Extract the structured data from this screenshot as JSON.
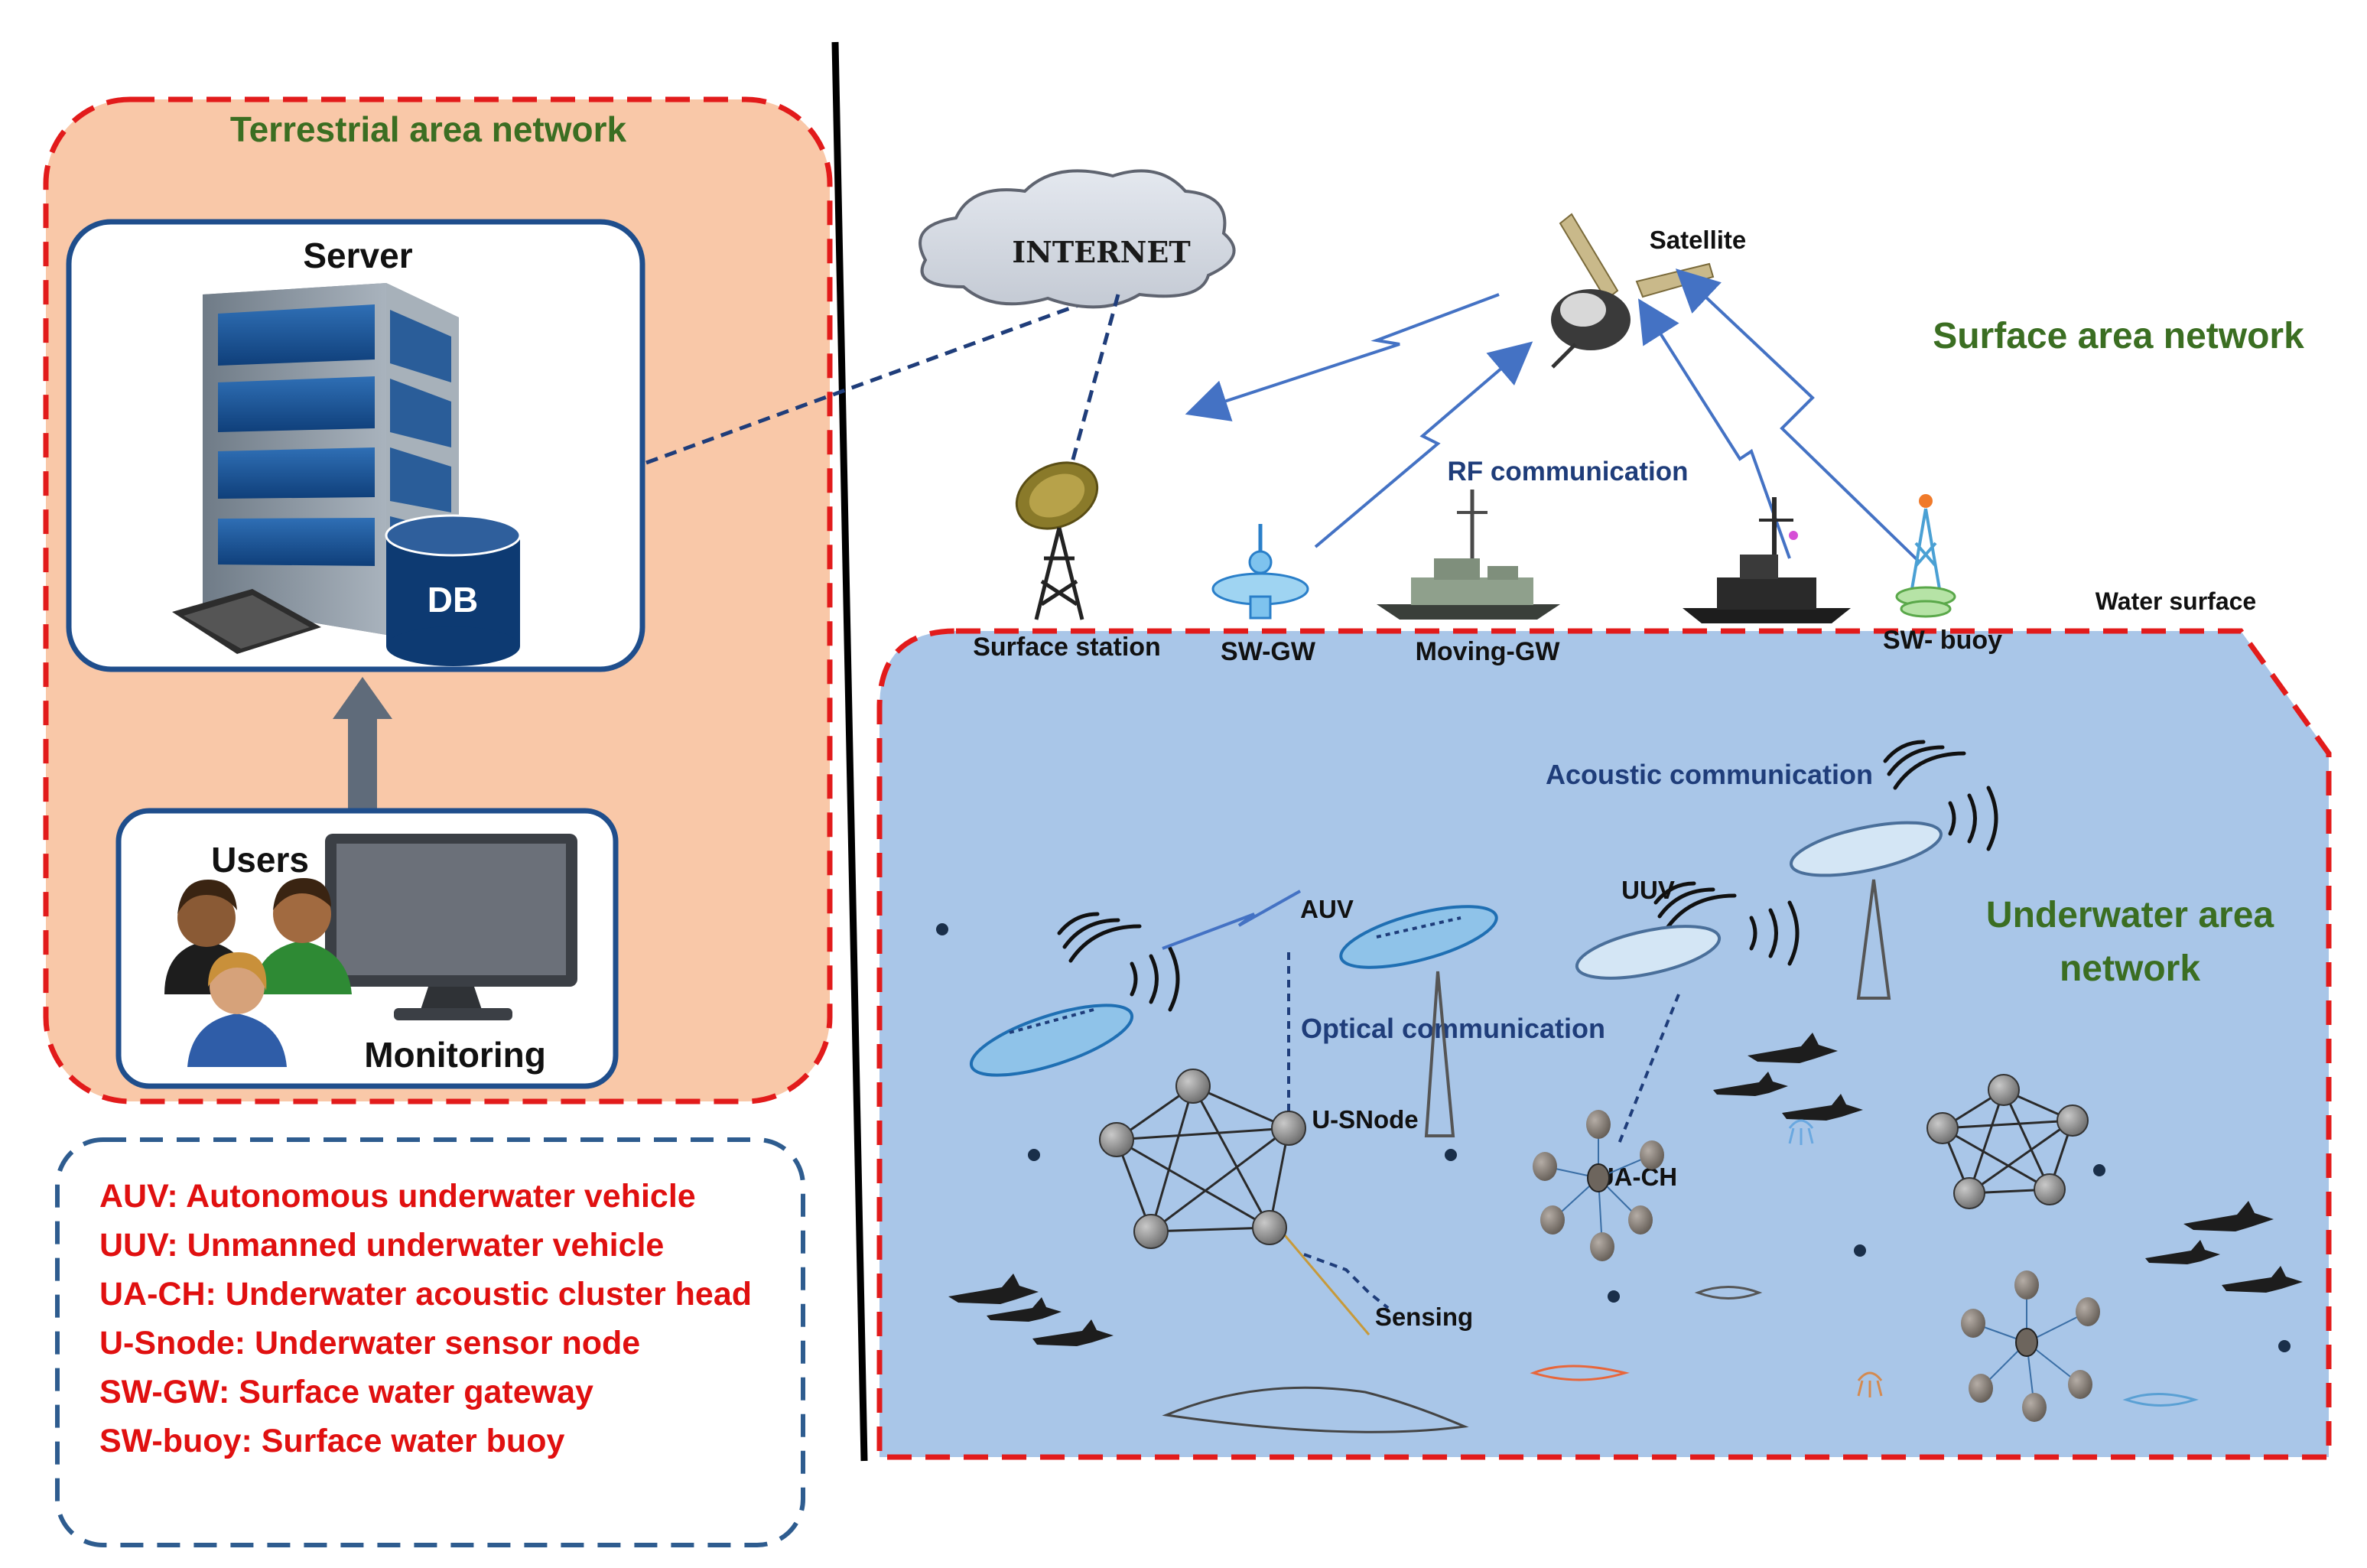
{
  "terrestrial": {
    "title": "Terrestrial area network",
    "server_label": "Server",
    "db_label": "DB",
    "users_label": "Users",
    "monitoring_label": "Monitoring"
  },
  "legend": [
    {
      "text": "AUV: Autonomous underwater vehicle"
    },
    {
      "text": "UUV: Unmanned underwater vehicle"
    },
    {
      "text": "UA-CH: Underwater acoustic cluster head"
    },
    {
      "text": "U-Snode: Underwater sensor node"
    },
    {
      "text": "SW-GW: Surface water gateway"
    },
    {
      "text": "SW-buoy: Surface water buoy"
    }
  ],
  "surface": {
    "internet_label": "INTERNET",
    "satellite_label": "Satellite",
    "title": "Surface area network",
    "rf_label": "RF communication",
    "water_surface_label": "Water surface",
    "nodes": {
      "surface_station": "Surface station",
      "sw_gw": "SW-GW",
      "moving_gw": "Moving-GW",
      "sw_buoy": "SW- buoy"
    }
  },
  "underwater": {
    "title_line1": "Underwater area",
    "title_line2": "network",
    "acoustic_label": "Acoustic communication",
    "optical_label": "Optical communication",
    "auv_label": "AUV",
    "uuv_label": "UUV",
    "usnode_label": "U-SNode",
    "uach_label": "UA-CH",
    "sensing_label": "Sensing"
  },
  "colors": {
    "terrestrial_fill": "#f9c8a8",
    "red_dash": "#e21b1b",
    "blue_dash": "#2e5c8f",
    "underwater_fill": "#a9c6e8",
    "green_text": "#3b6e22",
    "navy_text": "#1f3d7a",
    "legend_text": "#e01010",
    "link_blue": "#4472c4"
  }
}
